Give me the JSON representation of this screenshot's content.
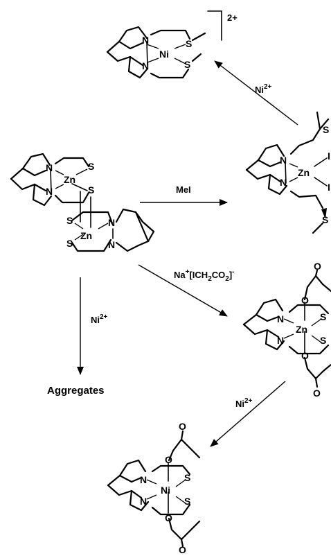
{
  "atoms": {
    "N": "N",
    "S": "S",
    "O": "O",
    "I": "I",
    "Zn": "Zn",
    "Ni": "Ni"
  },
  "top_product": {
    "charge": "2+"
  },
  "reagents": {
    "mei": "MeI",
    "ni_top": "Ni",
    "ni_top_sup": "2+",
    "ni_down": "Ni",
    "ni_down_sup": "2+",
    "ni_bottom": "Ni",
    "ni_bottom_sup": "2+",
    "acetate_na": "Na",
    "acetate_plus": "+",
    "acetate_icho": "[ICH",
    "acetate_sub1": "2",
    "acetate_co": "CO",
    "acetate_sub2": "2",
    "acetate_close": "]",
    "acetate_minus": "-"
  },
  "aggregates_label": "Aggregates"
}
